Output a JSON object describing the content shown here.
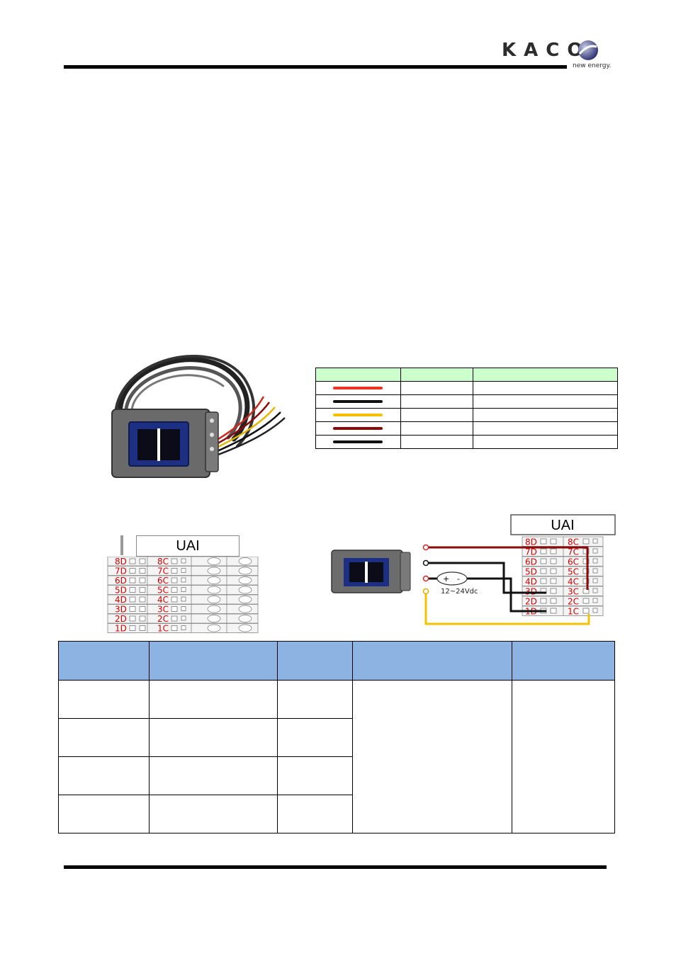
{
  "header": {
    "logo_text": "KACO",
    "logo_tagline": "new energy."
  },
  "wiring": {
    "colors": {
      "red": "#ee3322",
      "black": "#111111",
      "yellow": "#f5c000",
      "brown": "#8b0a0a"
    },
    "wire_rows": [
      "red",
      "black",
      "yellow",
      "brown",
      "black"
    ]
  },
  "diagram": {
    "uai_label": "UAI",
    "terminals_d": [
      "8D",
      "7D",
      "6D",
      "5D",
      "4D",
      "3D",
      "2D",
      "1D"
    ],
    "terminals_c": [
      "8C",
      "7C",
      "6C",
      "5C",
      "4C",
      "3C",
      "2C",
      "1C"
    ],
    "supply_label": "12~24Vdc",
    "plus": "+",
    "minus": "-"
  }
}
